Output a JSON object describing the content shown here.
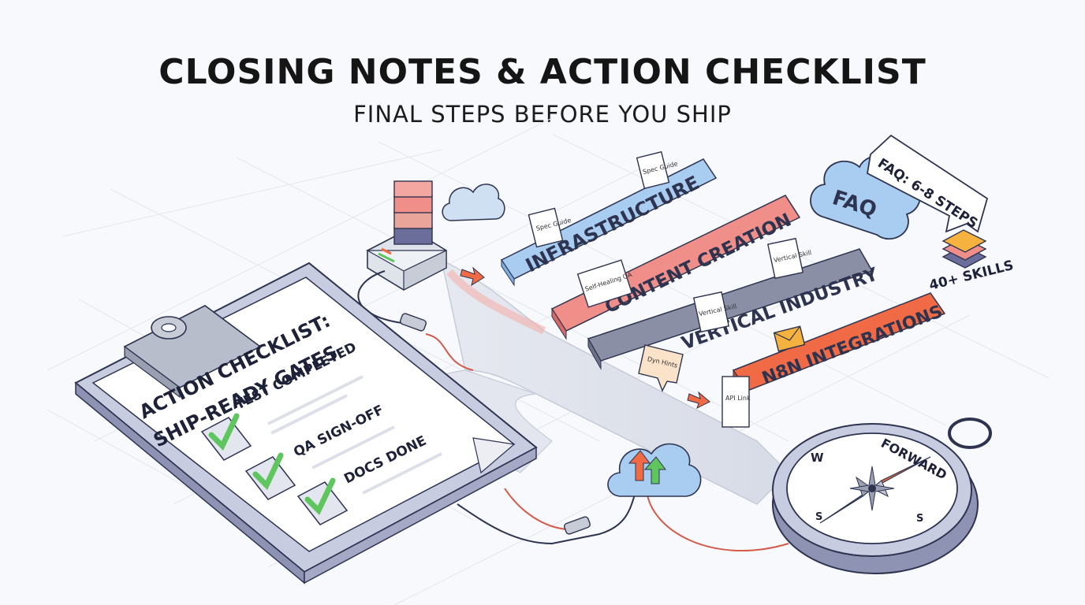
{
  "header": {
    "title": "CLOSING NOTES & ACTION CHECKLIST",
    "subtitle": "FINAL STEPS BEFORE YOU SHIP"
  },
  "checklist": {
    "title_line1": "ACTION CHECKLIST:",
    "title_line2": "SHIP-READY GATES",
    "items": [
      {
        "label": "TEST COMPLETED",
        "checked": true
      },
      {
        "label": "QA SIGN-OFF",
        "checked": true
      },
      {
        "label": "DOCS DONE",
        "checked": true
      }
    ]
  },
  "lanes": [
    {
      "label": "INFRASTRUCTURE",
      "color": "#a9cdf0"
    },
    {
      "label": "CONTENT CREATION",
      "color": "#f08e8a"
    },
    {
      "label": "VERTICAL INDUSTRY",
      "color": "#8b8fa6"
    },
    {
      "label": "N8N INTEGRATIONS",
      "color": "#f06a45"
    }
  ],
  "doc_tags": {
    "spec_guide_1": "Spec Guide",
    "spec_guide_2": "Spec Guide",
    "self_healing": "Self-Healing QA",
    "vertical_1": "Vertical Skill",
    "vertical_2": "Vertical Skill",
    "dyn_hints": "Dyn Hints",
    "api_link": "API Link"
  },
  "faq": {
    "cloud_label": "FAQ",
    "bubble": "FAQ: 6-8 STEPS",
    "skills": "40+ SKILLS"
  },
  "compass": {
    "label": "FORWARD",
    "west": "W",
    "south_west": "S",
    "south_east": "S"
  },
  "icons": [
    "server-stack-icon",
    "cloud-icon",
    "upload-arrows-icon",
    "envelope-icon",
    "compass-icon",
    "checkmark-icon",
    "layers-icon"
  ],
  "colors": {
    "accent_blue": "#a9cdf0",
    "accent_red": "#f06a45",
    "check_green": "#5fc65f",
    "outline": "#2e3450"
  }
}
